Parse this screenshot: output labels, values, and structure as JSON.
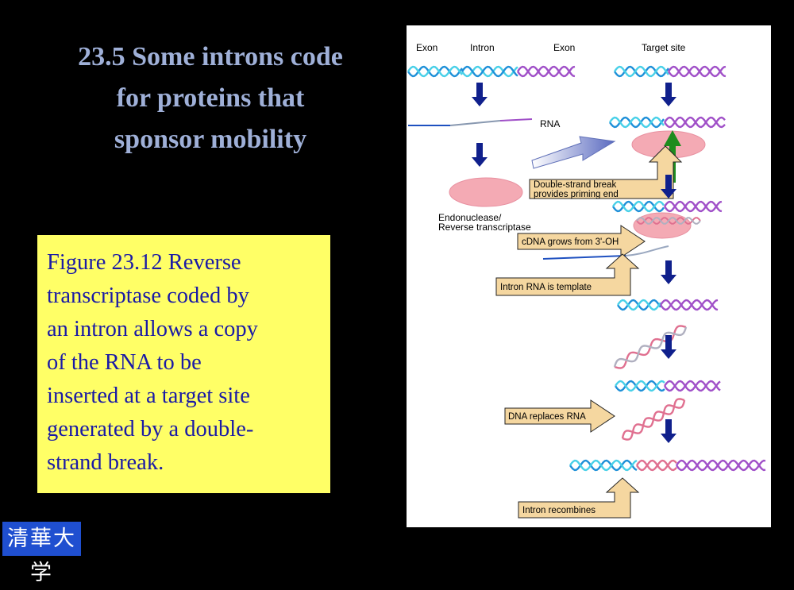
{
  "slide": {
    "title_lines": [
      "23.5 Some introns code",
      "for proteins that",
      "sponsor mobility"
    ],
    "caption_lines": [
      "Figure 23.12 Reverse",
      "transcriptase coded by",
      "an intron allows a copy",
      "of the RNA to be",
      "inserted at a target site",
      "generated by a double-",
      "strand break."
    ],
    "logo_text": "清華大学"
  },
  "diagram": {
    "labels": {
      "exon_left": "Exon",
      "intron": "Intron",
      "exon_right": "Exon",
      "target_site": "Target site",
      "rna": "RNA",
      "three_prime": "3'",
      "endonuclease_line1": "Endonuclease/",
      "endonuclease_line2": "Reverse  transcriptase"
    },
    "callouts": {
      "dsb_line1": "Double-strand break",
      "dsb_line2": "provides priming end",
      "cdna": "cDNA grows from 3'-OH",
      "template": "Intron RNA is template",
      "dna_replaces": "DNA replaces RNA",
      "recombines": "Intron recombines"
    },
    "colors": {
      "dna_blue": "#1e90d8",
      "dna_cyan": "#48d0e8",
      "dna_purple": "#a050c8",
      "dna_pink": "#e07090",
      "down_arrow": "#10208c",
      "green_arrow": "#1e8c1e",
      "enzyme": "#f4aab4",
      "callout_fill": "#f5d7a0"
    }
  }
}
